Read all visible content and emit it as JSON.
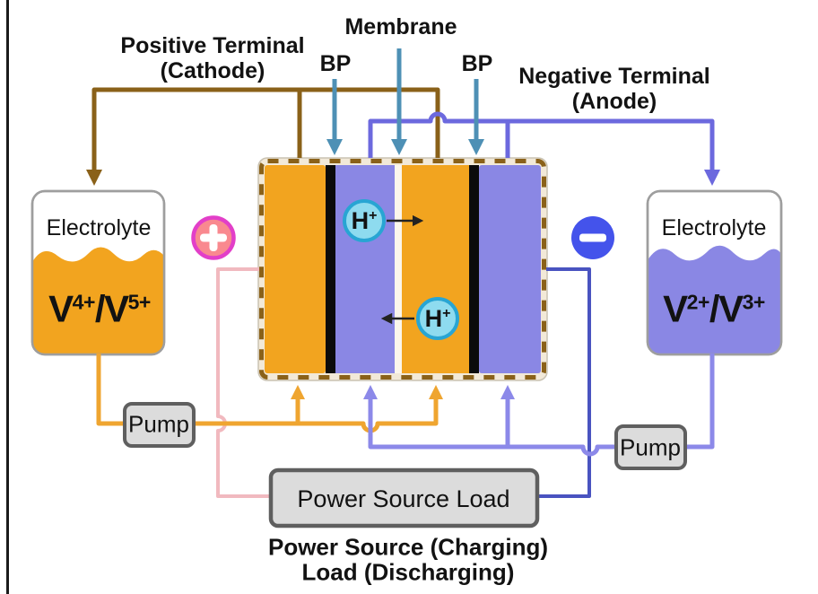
{
  "colors": {
    "bg": "#FFFFFF",
    "frame": "#1B1B1B",
    "text": "#121212",
    "brown": "#8A6119",
    "indigo": "#6C69DE",
    "teal": "#4E90B5",
    "orange": "#F2A41F",
    "purple": "#8A87E4",
    "orange-wire": "#EFA530",
    "purple-wire": "#8C89E9",
    "pink": "#F1B9BF",
    "blue": "#4953C0",
    "cyan-fill": "#8EDBEF",
    "cyan-ring": "#28A5D3",
    "plus-fill": "#F9898F",
    "plus-ring": "#E23FC8",
    "minus-fill": "#4453EB",
    "box-fill": "#DCDCDC",
    "box-border": "#5F5F5F",
    "stack-frame": "#F2E9D8",
    "stack-edge": "#C9C2B2",
    "black-bar": "#0B0B0B",
    "membrane-strip": "#FBF6EC",
    "tank-border": "#9E9E9E",
    "tank-fill": "#FFFFFF"
  },
  "top_labels": {
    "positive_terminal": "Positive Terminal",
    "cathode": "(Cathode)",
    "membrane": "Membrane",
    "bp_left": "BP",
    "bp_right": "BP",
    "negative_terminal": "Negative Terminal",
    "anode": "(Anode)"
  },
  "tanks": {
    "left": {
      "label": "Electrolyte",
      "couple": {
        "el1": "V",
        "ox1": "4+",
        "sep": "/",
        "el2": "V",
        "ox2": "5+"
      }
    },
    "right": {
      "label": "Electrolyte",
      "couple": {
        "el1": "V",
        "ox1": "2+",
        "sep": "/",
        "el2": "V",
        "ox2": "3+"
      }
    }
  },
  "pumps": {
    "left": "Pump",
    "right": "Pump"
  },
  "power_unit": {
    "label": "Power Source Load",
    "caption_line1": "Power Source (Charging)",
    "caption_line2": "Load (Discharging)"
  },
  "ions": {
    "upper": {
      "symbol": "H",
      "charge": "+"
    },
    "lower": {
      "symbol": "H",
      "charge": "+"
    }
  },
  "signs": {
    "positive": "+",
    "negative": "−"
  }
}
